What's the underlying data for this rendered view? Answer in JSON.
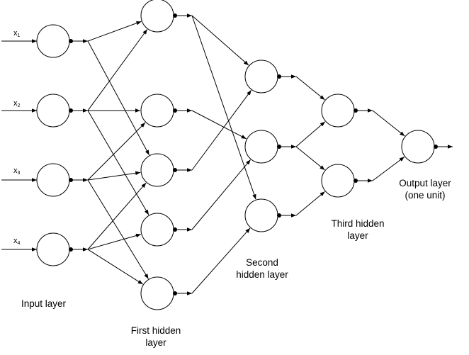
{
  "inputs": [
    {
      "label": "x",
      "sub": "1"
    },
    {
      "label": "x",
      "sub": "2"
    },
    {
      "label": "x",
      "sub": "3"
    },
    {
      "label": "x",
      "sub": "4"
    }
  ],
  "layer_labels": {
    "input": "Input layer",
    "first_hidden": [
      "First hidden",
      "layer"
    ],
    "second_hidden": [
      "Second",
      "hidden layer"
    ],
    "third_hidden": [
      "Third hidden",
      "layer"
    ],
    "output": [
      "Output layer",
      "(one unit)"
    ]
  },
  "network": {
    "layers": [
      {
        "name": "input",
        "units": 4
      },
      {
        "name": "first_hidden",
        "units": 5
      },
      {
        "name": "second_hidden",
        "units": 3
      },
      {
        "name": "third_hidden",
        "units": 2
      },
      {
        "name": "output",
        "units": 1
      }
    ],
    "connections": [
      {
        "from": [
          0,
          0
        ],
        "to": [
          1,
          0
        ]
      },
      {
        "from": [
          0,
          0
        ],
        "to": [
          1,
          2
        ]
      },
      {
        "from": [
          0,
          1
        ],
        "to": [
          1,
          0
        ]
      },
      {
        "from": [
          0,
          1
        ],
        "to": [
          1,
          1
        ]
      },
      {
        "from": [
          0,
          1
        ],
        "to": [
          1,
          3
        ]
      },
      {
        "from": [
          0,
          2
        ],
        "to": [
          1,
          1
        ]
      },
      {
        "from": [
          0,
          2
        ],
        "to": [
          1,
          2
        ]
      },
      {
        "from": [
          0,
          2
        ],
        "to": [
          1,
          4
        ]
      },
      {
        "from": [
          0,
          3
        ],
        "to": [
          1,
          2
        ]
      },
      {
        "from": [
          0,
          3
        ],
        "to": [
          1,
          3
        ]
      },
      {
        "from": [
          0,
          3
        ],
        "to": [
          1,
          4
        ]
      },
      {
        "from": [
          1,
          0
        ],
        "to": [
          2,
          0
        ]
      },
      {
        "from": [
          1,
          0
        ],
        "to": [
          2,
          2
        ]
      },
      {
        "from": [
          1,
          1
        ],
        "to": [
          2,
          1
        ]
      },
      {
        "from": [
          1,
          2
        ],
        "to": [
          2,
          0
        ]
      },
      {
        "from": [
          1,
          3
        ],
        "to": [
          2,
          1
        ]
      },
      {
        "from": [
          1,
          4
        ],
        "to": [
          2,
          2
        ]
      },
      {
        "from": [
          2,
          0
        ],
        "to": [
          3,
          0
        ]
      },
      {
        "from": [
          2,
          1
        ],
        "to": [
          3,
          0
        ]
      },
      {
        "from": [
          2,
          1
        ],
        "to": [
          3,
          1
        ]
      },
      {
        "from": [
          2,
          2
        ],
        "to": [
          3,
          1
        ]
      },
      {
        "from": [
          3,
          0
        ],
        "to": [
          4,
          0
        ]
      },
      {
        "from": [
          3,
          1
        ],
        "to": [
          4,
          0
        ]
      }
    ]
  }
}
